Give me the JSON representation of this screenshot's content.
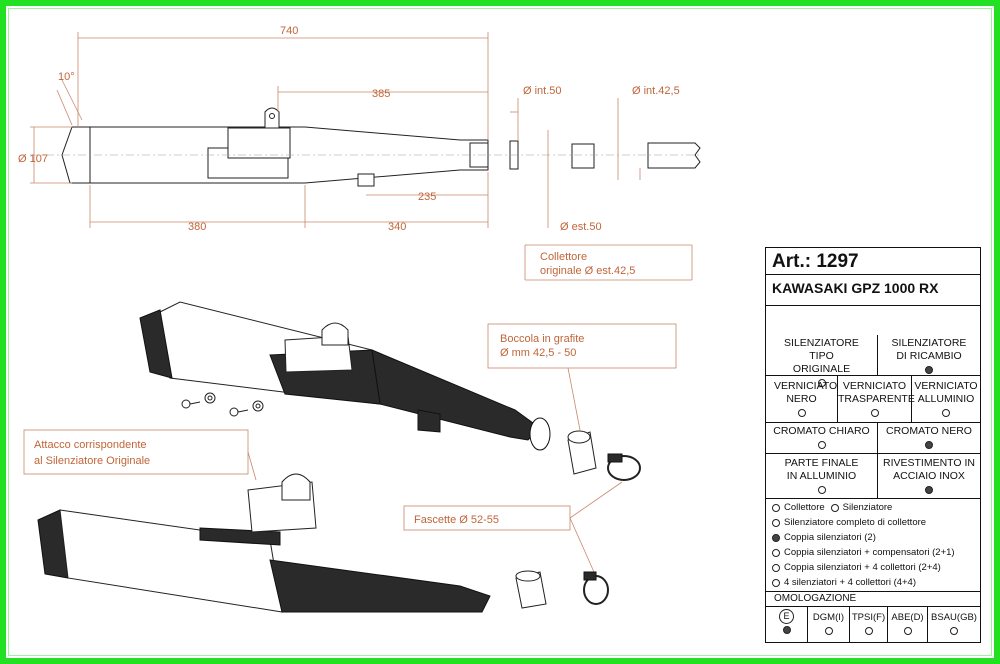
{
  "dimensions": {
    "overall_length": "740",
    "angle": "10°",
    "length_385": "385",
    "diameter": "Ø 107",
    "int_50": "Ø int.50",
    "int_42": "Ø int.42,5",
    "length_235": "235",
    "length_380": "380",
    "length_340": "340",
    "est_50": "Ø est.50"
  },
  "callouts": {
    "collettore_line1": "Collettore",
    "collettore_line2": "originale Ø est.42,5",
    "boccola_line1": "Boccola in grafite",
    "boccola_line2": "Ø mm 42,5 - 50",
    "attacco_line1": "Attacco corrispondente",
    "attacco_line2": "al Silenziatore Originale",
    "fascette": "Fascette Ø 52-55"
  },
  "spec": {
    "art_label": "Art.:",
    "art_number": "1297",
    "model": "KAWASAKI GPZ 1000 RX",
    "type_original": "SILENZIATORE TIPO ORIGINALE",
    "type_spare": "SILENZIATORE DI RICAMBIO",
    "black": "VERNICIATO NERO",
    "transparent": "VERNICIATO TRASPARENTE",
    "aluminium": "VERNICIATO ALLUMINIO",
    "chrome_light": "CROMATO CHIARO",
    "chrome_black": "CROMATO NERO",
    "end_alu": "PARTE FINALE IN ALLUMINIO",
    "inox": "RIVESTIMENTO IN ACCIAIO INOX",
    "opt_collettore": "Collettore",
    "opt_silenziatore": "Silenziatore",
    "opt_complete": "Silenziatore completo di collettore",
    "opt_pair": "Coppia silenziatori (2)",
    "opt_pair_comp": "Coppia silenziatori + compensatori (2+1)",
    "opt_pair_4": "Coppia silenziatori + 4 collettori (2+4)",
    "opt_4_4": "4 silenziatori + 4 collettori (4+4)",
    "omologazione": "OMOLOGAZIONE",
    "e_mark": "E",
    "dgm": "DGM(I)",
    "tpsi": "TPSI(F)",
    "abe": "ABE(D)",
    "bsau": "BSAU(GB)"
  },
  "colors": {
    "frame": "#22e022",
    "annotation": "#c0653a",
    "selected_dot": "#444444"
  }
}
